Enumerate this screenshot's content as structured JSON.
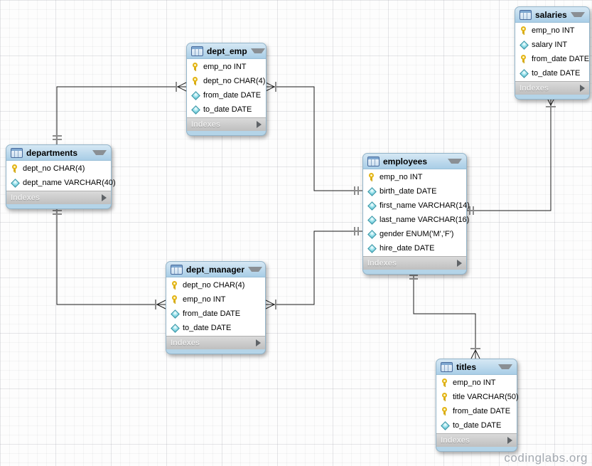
{
  "diagram": {
    "watermark": "codinglabs.org",
    "footer_label": "Indexes"
  },
  "icons": {
    "table_glyph": "table-grid-icon",
    "collapse": "triangle-down",
    "expand": "triangle-right",
    "primary_key": "yellow-key",
    "column": "cyan-diamond"
  },
  "colors": {
    "header_bg": "#b4d4e8",
    "body_bg": "#ffffff",
    "indexes_bg": "#c8c8c8",
    "connector": "#1c1c1c",
    "tick": "#8c8c8c",
    "key_icon": "#e3b416",
    "diamond_icon": "#49b6c8"
  },
  "tables": [
    {
      "title": "salaries",
      "footer": "Indexes",
      "columns": [
        {
          "icon": "key",
          "label": "emp_no INT"
        },
        {
          "icon": "diamond",
          "label": "salary INT"
        },
        {
          "icon": "key",
          "label": "from_date DATE"
        },
        {
          "icon": "diamond",
          "label": "to_date DATE"
        }
      ]
    },
    {
      "title": "dept_emp",
      "footer": "Indexes",
      "columns": [
        {
          "icon": "key",
          "label": "emp_no INT"
        },
        {
          "icon": "key",
          "label": "dept_no CHAR(4)"
        },
        {
          "icon": "diamond",
          "label": "from_date DATE"
        },
        {
          "icon": "diamond",
          "label": "to_date DATE"
        }
      ]
    },
    {
      "title": "departments",
      "footer": "Indexes",
      "columns": [
        {
          "icon": "key",
          "label": "dept_no CHAR(4)"
        },
        {
          "icon": "diamond",
          "label": "dept_name VARCHAR(40)"
        }
      ]
    },
    {
      "title": "employees",
      "footer": "Indexes",
      "columns": [
        {
          "icon": "key",
          "label": "emp_no INT"
        },
        {
          "icon": "diamond",
          "label": "birth_date DATE"
        },
        {
          "icon": "diamond",
          "label": "first_name VARCHAR(14)"
        },
        {
          "icon": "diamond",
          "label": "last_name VARCHAR(16)"
        },
        {
          "icon": "diamond",
          "label": "gender ENUM('M','F')"
        },
        {
          "icon": "diamond",
          "label": "hire_date DATE"
        }
      ]
    },
    {
      "title": "dept_manager",
      "footer": "Indexes",
      "columns": [
        {
          "icon": "key",
          "label": "dept_no CHAR(4)"
        },
        {
          "icon": "key",
          "label": "emp_no INT"
        },
        {
          "icon": "diamond",
          "label": "from_date DATE"
        },
        {
          "icon": "diamond",
          "label": "to_date DATE"
        }
      ]
    },
    {
      "title": "titles",
      "footer": "Indexes",
      "columns": [
        {
          "icon": "key",
          "label": "emp_no INT"
        },
        {
          "icon": "key",
          "label": "title VARCHAR(50)"
        },
        {
          "icon": "key",
          "label": "from_date DATE"
        },
        {
          "icon": "diamond",
          "label": "to_date DATE"
        }
      ]
    }
  ],
  "relationships": [
    {
      "one_side": "departments",
      "many_side": "dept_emp"
    },
    {
      "one_side": "employees",
      "many_side": "dept_emp"
    },
    {
      "one_side": "departments",
      "many_side": "dept_manager"
    },
    {
      "one_side": "employees",
      "many_side": "dept_manager"
    },
    {
      "one_side": "employees",
      "many_side": "salaries"
    },
    {
      "one_side": "employees",
      "many_side": "titles"
    }
  ]
}
